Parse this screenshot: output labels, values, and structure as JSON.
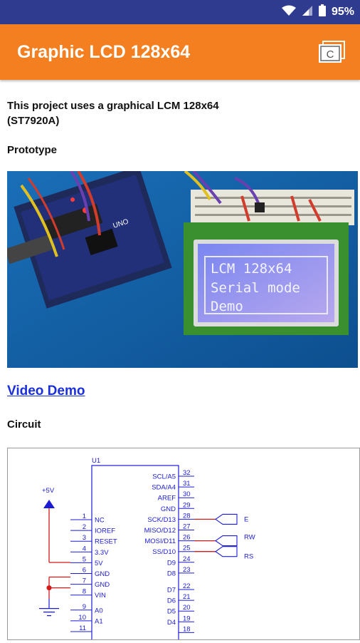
{
  "status_bar": {
    "battery": "95%"
  },
  "app_bar": {
    "title": "Graphic LCD 128x64",
    "copy_icon_letter": "C"
  },
  "content": {
    "intro": "This project uses a graphical LCM 128x64 (ST7920A)",
    "prototype_heading": "Prototype",
    "lcd_lines": [
      "LCM 128x64",
      "Serial mode",
      "Demo"
    ],
    "board_label": "UNO",
    "video_link": "Video Demo",
    "circuit_heading": "Circuit"
  },
  "schematic": {
    "chip_label": "U1",
    "supply_label": "+5V",
    "left_pins": [
      {
        "num": "1",
        "name": "NC"
      },
      {
        "num": "2",
        "name": "IOREF"
      },
      {
        "num": "3",
        "name": "RESET"
      },
      {
        "num": "4",
        "name": "3.3V"
      },
      {
        "num": "5",
        "name": "5V"
      },
      {
        "num": "6",
        "name": "GND"
      },
      {
        "num": "7",
        "name": "GND"
      },
      {
        "num": "8",
        "name": "VIN"
      },
      {
        "num": "9",
        "name": "A0"
      },
      {
        "num": "10",
        "name": "A1"
      },
      {
        "num": "11",
        "name": ""
      }
    ],
    "right_pins": [
      {
        "num": "32",
        "name": "SCL/A5"
      },
      {
        "num": "31",
        "name": "SDA/A4"
      },
      {
        "num": "30",
        "name": "AREF"
      },
      {
        "num": "29",
        "name": "GND"
      },
      {
        "num": "28",
        "name": "SCK/D13"
      },
      {
        "num": "27",
        "name": "MISO/D12"
      },
      {
        "num": "26",
        "name": "MOSI/D11"
      },
      {
        "num": "25",
        "name": "SS/D10"
      },
      {
        "num": "24",
        "name": "D9"
      },
      {
        "num": "23",
        "name": "D8"
      },
      {
        "num": "22",
        "name": "D7"
      },
      {
        "num": "21",
        "name": "D6"
      },
      {
        "num": "20",
        "name": "D5"
      },
      {
        "num": "19",
        "name": "D4"
      },
      {
        "num": "18",
        "name": ""
      }
    ],
    "net_labels": [
      "E",
      "RW",
      "RS"
    ]
  },
  "colors": {
    "status_bar": "#2f3b8f",
    "app_bar": "#f37f20",
    "link": "#1a2fd9",
    "schematic_blue": "#1b1bd6",
    "wire_red": "#d21a1a"
  }
}
